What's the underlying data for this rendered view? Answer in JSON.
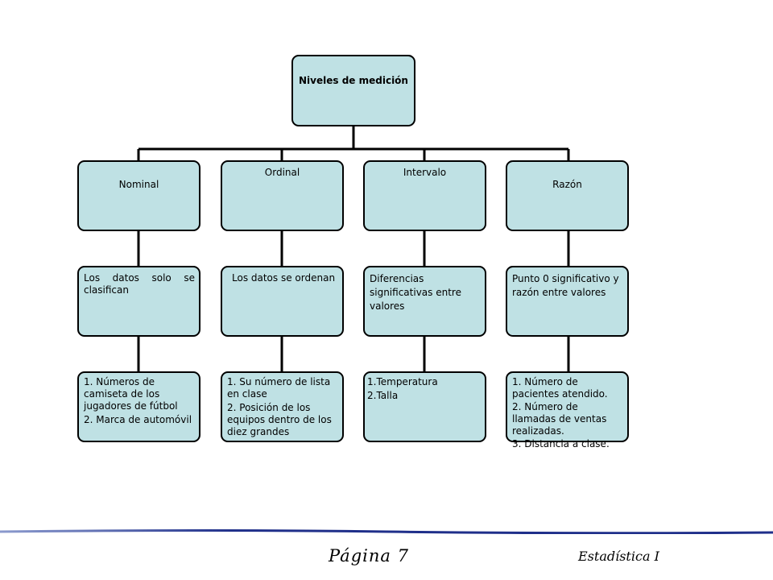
{
  "diagram": {
    "root": "Niveles de medición",
    "levels": [
      {
        "name": "Nominal",
        "description": [
          "Los datos solo se clasifican"
        ],
        "examples": [
          "1. Números de camiseta de los jugadores de fútbol",
          "2. Marca de automóvil"
        ]
      },
      {
        "name": "Ordinal",
        "description": [
          "Los datos se ordenan"
        ],
        "examples": [
          "1. Su número de lista en clase",
          "2. Posición de los equipos dentro de los diez grandes"
        ]
      },
      {
        "name": "Intervalo",
        "description": [
          "Diferencias significativas entre valores"
        ],
        "examples": [
          "1.Temperatura",
          "2.Talla"
        ]
      },
      {
        "name": "Razón",
        "description": [
          "Punto 0 significativo y razón entre valores"
        ],
        "examples": [
          "1. Número de pacientes atendido.",
          "2. Número de llamadas de ventas realizadas.",
          "3. Distancia a clase."
        ]
      }
    ],
    "colors": {
      "box_fill": "#bfe1e4",
      "box_border": "#000000",
      "rule": "#1f2f8a"
    }
  },
  "footer": {
    "page": "Página 7",
    "subject": "Estadística I"
  }
}
